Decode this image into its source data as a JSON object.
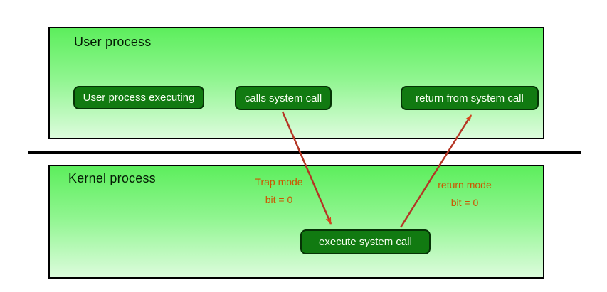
{
  "diagram": {
    "user_panel": {
      "title": "User process",
      "boxes": {
        "executing": "User process executing",
        "calls": "calls system call",
        "return": "return from system call"
      }
    },
    "kernel_panel": {
      "title": "Kernel process",
      "boxes": {
        "execute": "execute system call"
      }
    },
    "annotations": {
      "trap": {
        "line1": "Trap mode",
        "line2": "bit = 0"
      },
      "ret": {
        "line1": "return mode",
        "line2": "bit = 0"
      }
    },
    "colors": {
      "panel_gradient_top": "#5dee5d",
      "panel_gradient_bottom": "#dcfcdc",
      "panel_border": "#000000",
      "node_fill": "#117a11",
      "node_border": "#063306",
      "node_text": "#f8fff2",
      "arrow": "#b53524",
      "arrowhead": "#d9441a",
      "annotation_text": "#cc5500",
      "separator": "#000000"
    }
  }
}
